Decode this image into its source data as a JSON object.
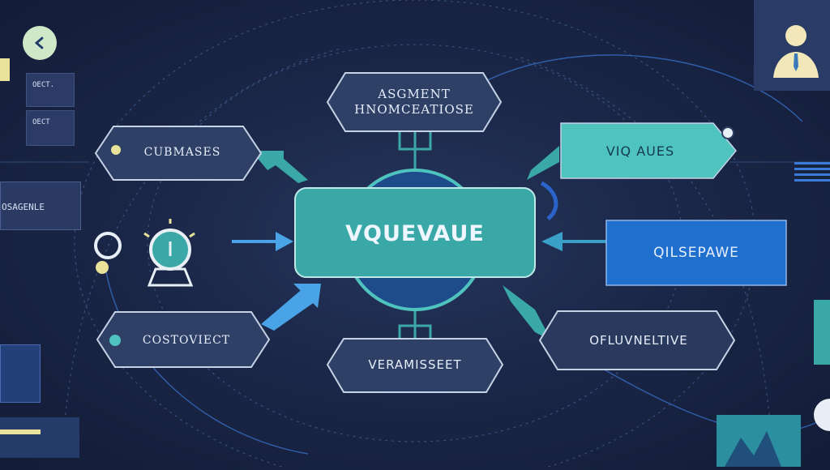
{
  "center": {
    "label": "VQUEVAUE"
  },
  "nodes": {
    "top_line1": "ASGMENT",
    "top_line2": "HNOMCEATIOSE",
    "left_top": "CUBMASES",
    "right_top": "VIQ AUES",
    "left_bottom": "COSTOVIECT",
    "right_mid": "QILSEPAWE",
    "right_bottom": "OFLUVNELTIVE",
    "bottom": "VERAMISSEET"
  },
  "side_panels": {
    "card1": "OECT.",
    "card2": "OECT",
    "left_label": "OSAGENLE"
  },
  "colors": {
    "background": "#1b2748",
    "teal": "#3aa8a6",
    "teal_light": "#4fc3bd",
    "navy_node": "#2f4066",
    "blue_node": "#1f6fcf",
    "accent_yellow": "#e9e29a"
  },
  "icons": [
    "back-arrow-icon",
    "user-avatar-icon",
    "alarm-clock-icon"
  ]
}
